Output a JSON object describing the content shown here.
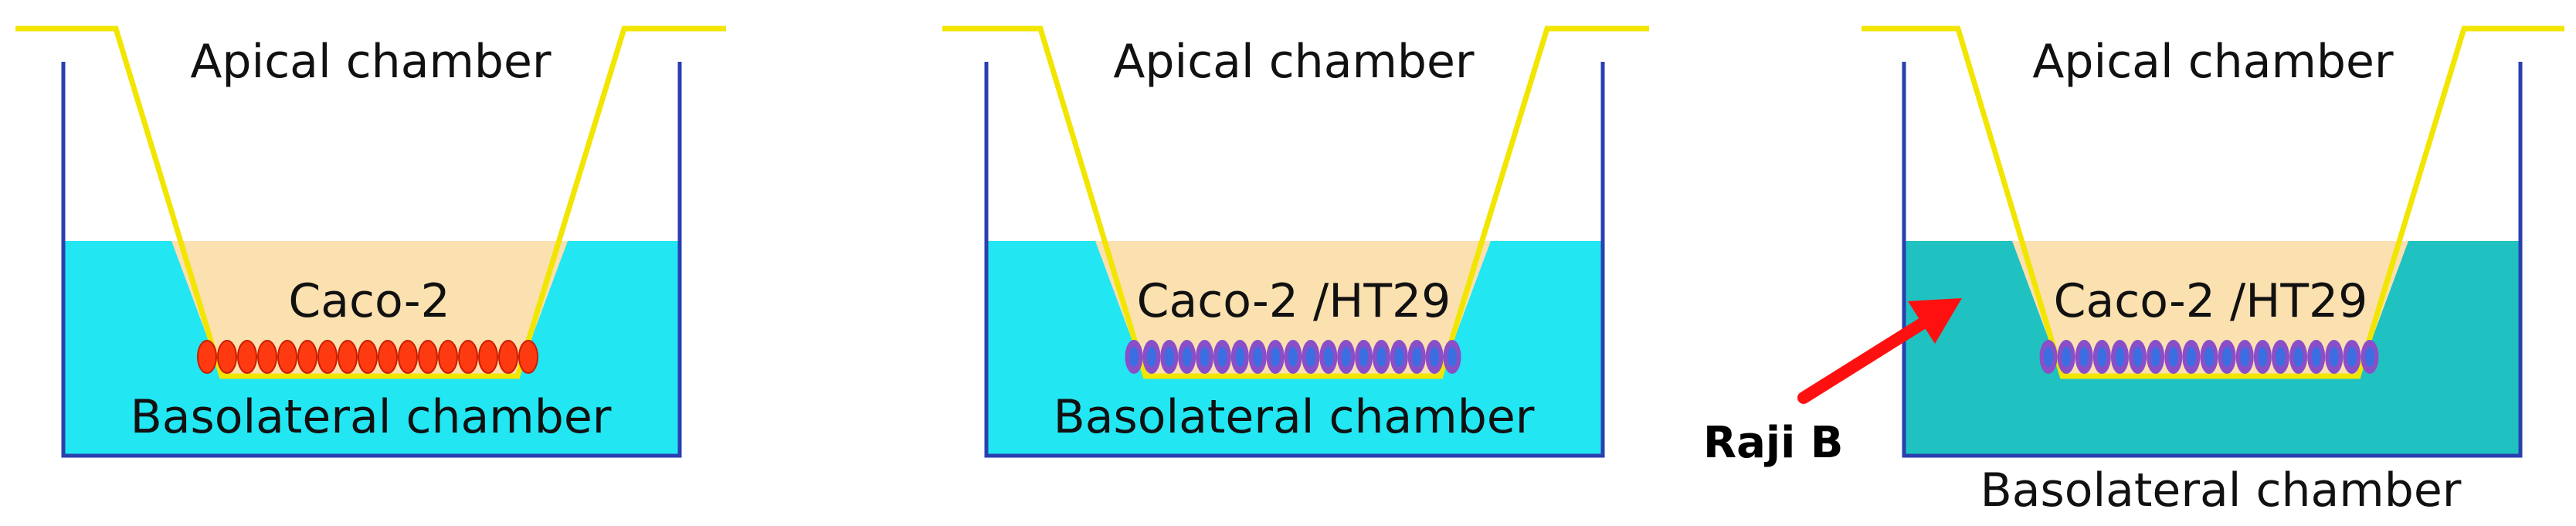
{
  "panels": [
    {
      "apical_label": "Apical chamber",
      "cell_label": "Caco-2",
      "basolateral_label": "Basolateral chamber"
    },
    {
      "apical_label": "Apical chamber",
      "cell_label": "Caco-2 /HT29",
      "basolateral_label": "Basolateral chamber"
    },
    {
      "apical_label": "Apical chamber",
      "cell_label": "Caco-2 /HT29",
      "basolateral_label": "Basolateral chamber",
      "arrow_label": "Raji B"
    }
  ],
  "colors": {
    "well_outline": "#2a3fb0",
    "insert_outline": "#f2e500",
    "apical_medium": "#fbe0b0",
    "basolateral_medium_1": "#22e6f2",
    "basolateral_medium_2": "#22e6f2",
    "basolateral_medium_3": "#1fc2c0",
    "caco2_cell": "#ff3a10",
    "caco2_cell_border": "#c81e00",
    "coculture_cell_outer": "#8a4fc8",
    "coculture_cell_inner": "#3b6ee0",
    "arrow": "#ff1010"
  }
}
